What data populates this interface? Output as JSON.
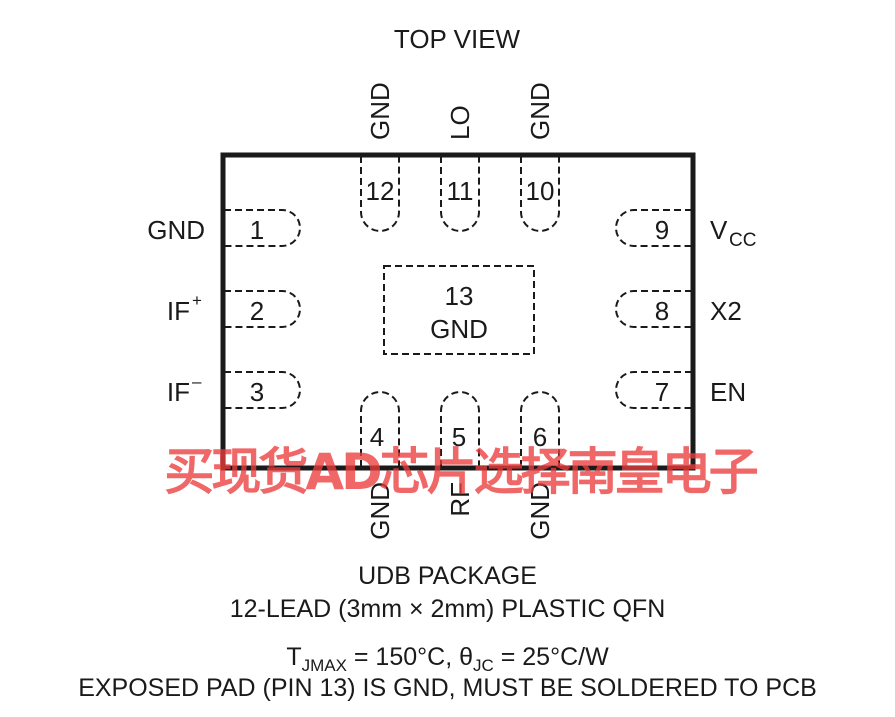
{
  "title": "TOP VIEW",
  "pins": {
    "p1": {
      "num": "1",
      "name": "GND"
    },
    "p2": {
      "num": "2",
      "name": "IF",
      "sup": "+"
    },
    "p3": {
      "num": "3",
      "name": "IF",
      "sup": "–"
    },
    "p4": {
      "num": "4",
      "name": "GND"
    },
    "p5": {
      "num": "5",
      "name": "RF"
    },
    "p6": {
      "num": "6",
      "name": "GND"
    },
    "p7": {
      "num": "7",
      "name": "EN"
    },
    "p8": {
      "num": "8",
      "name": "X2"
    },
    "p9": {
      "num": "9",
      "name": "V",
      "sub": "CC"
    },
    "p10": {
      "num": "10",
      "name": "GND"
    },
    "p11": {
      "num": "11",
      "name": "LO"
    },
    "p12": {
      "num": "12",
      "name": "GND"
    },
    "p13": {
      "num": "13",
      "name": "GND"
    }
  },
  "captions": {
    "package": "UDB PACKAGE",
    "leads": "12-LEAD (3mm × 2mm) PLASTIC QFN",
    "thermal_t": "T",
    "thermal_t_sub": "JMAX",
    "thermal_mid": " = 150°C, ",
    "thermal_theta": "θ",
    "thermal_theta_sub": "JC",
    "thermal_end": " = 25°C/W",
    "exposed_pad": "EXPOSED PAD (PIN 13) IS GND, MUST BE SOLDERED TO PCB"
  },
  "watermark": "买现货AD芯片选择南皇电子",
  "colors": {
    "ink": "#1a1a1a",
    "watermark": "#ec3c3c"
  }
}
